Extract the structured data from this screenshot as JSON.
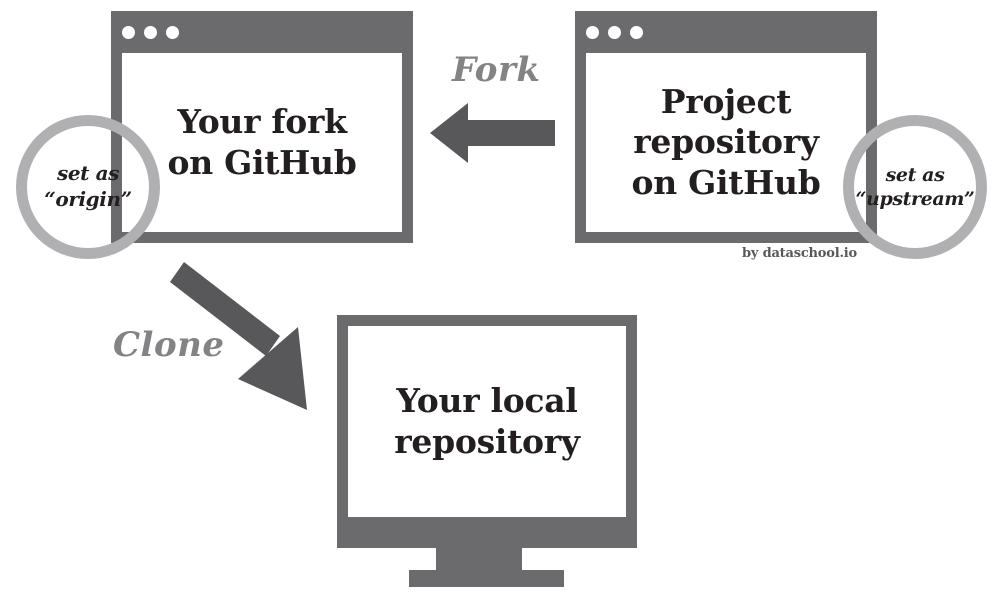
{
  "diagram": {
    "title": "Git fork / clone workflow",
    "background_color": "#ffffff",
    "colors": {
      "chrome_gray": "#6b6b6d",
      "arrow_gray": "#58585a",
      "label_gray": "#838386",
      "circle_stroke": "#b0b0b2",
      "text_black": "#231f20",
      "screen_white": "#ffffff"
    }
  },
  "nodes": {
    "fork_window": {
      "kind": "browser-window",
      "screen_text": "Your fork\non GitHub",
      "dots": [
        "dot-1",
        "dot-2",
        "dot-3"
      ]
    },
    "project_window": {
      "kind": "browser-window",
      "screen_text": "Project\nrepository\non GitHub",
      "dots": [
        "dot-1",
        "dot-2",
        "dot-3"
      ]
    },
    "local_monitor": {
      "kind": "desktop-monitor",
      "screen_text": "Your local\nrepository"
    }
  },
  "annotations": {
    "origin": {
      "text": "set as\n“origin”",
      "attached_to": "fork_window"
    },
    "upstream": {
      "text": "set as\n“upstream”",
      "attached_to": "project_window"
    }
  },
  "edges": [
    {
      "id": "fork-edge",
      "label": "Fork",
      "from": "project_window",
      "to": "fork_window",
      "direction": "right-to-left"
    },
    {
      "id": "clone-edge",
      "label": "Clone",
      "from": "fork_window",
      "to": "local_monitor",
      "direction": "diagonal-down-right"
    }
  ],
  "attribution": {
    "text": "by dataschool.io"
  }
}
